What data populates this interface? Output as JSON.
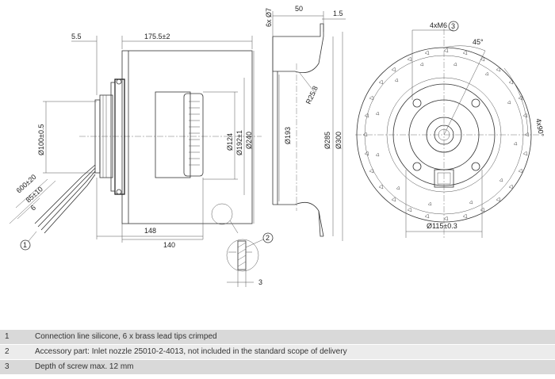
{
  "dimensions": {
    "d_5_5": "5.5",
    "d_175_5": "175.5±2",
    "d_50": "50",
    "d_1_5": "1.5",
    "d_6x7": "6x Ø7",
    "d_4xm6": "4xM6",
    "d_45": "45°",
    "d_4x90": "4x90°",
    "d_100": "Ø100±0.5",
    "d_124": "Ø124",
    "d_192": "Ø192±1",
    "d_240": "Ø240",
    "d_193": "Ø193",
    "d_285": "Ø285",
    "d_300": "Ø300",
    "d_r25": "R25.8",
    "d_600": "600±20",
    "d_85": "85±10",
    "d_6": "6",
    "d_148": "148",
    "d_140": "140",
    "d_3": "3",
    "d_115": "Ø115±0.3"
  },
  "callouts": {
    "c1": "1",
    "c2": "2",
    "c3": "3"
  },
  "notes": [
    {
      "num": "1",
      "text": "Connection line silicone, 6 x brass lead tips crimped"
    },
    {
      "num": "2",
      "text": "Accessory part: Inlet nozzle 25010-2-4013, not included in the standard scope of delivery"
    },
    {
      "num": "3",
      "text": "Depth of screw max. 12 mm"
    }
  ]
}
